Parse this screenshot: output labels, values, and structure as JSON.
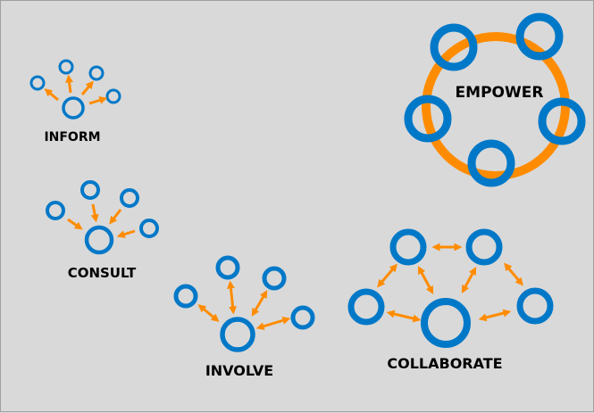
{
  "colors": {
    "node": "#0078c8",
    "arrow": "#ff8c00",
    "background": "#d9d9d9"
  },
  "labels": {
    "inform": "INFORM",
    "consult": "CONSULT",
    "involve": "INVOLVE",
    "collaborate": "COLLABORATE",
    "empower": "EMPOWER"
  }
}
